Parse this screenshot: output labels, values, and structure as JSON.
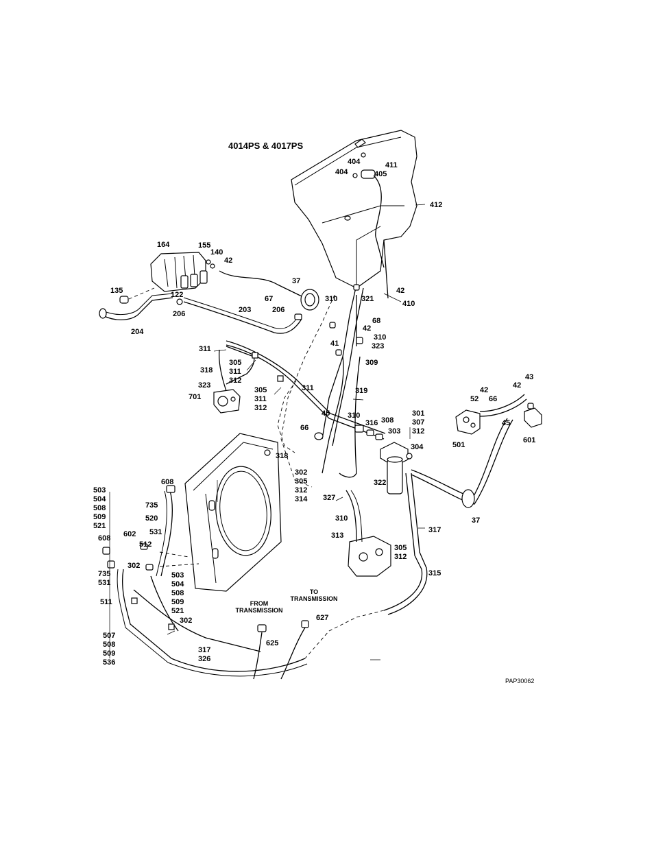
{
  "title": "4014PS & 4017PS",
  "drawing_ref": "PAP30062",
  "notes": {
    "from_transmission": [
      "FROM",
      "TRANSMISSION"
    ],
    "to_transmission": [
      "TO",
      "TRANSMISSION"
    ]
  },
  "labels": {
    "l404a": "404",
    "l404b": "404",
    "l411": "411",
    "l405": "405",
    "l412": "412",
    "l164": "164",
    "l155": "155",
    "l140": "140",
    "l42a": "42",
    "l135": "135",
    "l122": "122",
    "l206a": "206",
    "l204": "204",
    "l203": "203",
    "l37a": "37",
    "l67": "67",
    "l206b": "206",
    "l310a": "310",
    "l321": "321",
    "l42b": "42",
    "l410": "410",
    "l68": "68",
    "l42c": "42",
    "l310b": "310",
    "l41": "41",
    "l323a": "323",
    "l309": "309",
    "l311a": "311",
    "l318a": "318",
    "l323b": "323",
    "l701": "701",
    "l311b": "311",
    "l319": "319",
    "l45a": "45",
    "l66a": "66",
    "l310c": "310",
    "l316": "316",
    "l308": "308",
    "l303": "303",
    "l318b": "318",
    "l304": "304",
    "l322": "322",
    "l327": "327",
    "l310d": "310",
    "l313": "313",
    "l317a": "317",
    "l315": "315",
    "l42d": "42",
    "l52": "52",
    "l66b": "66",
    "l42e": "42",
    "l43": "43",
    "l45b": "45",
    "l501": "501",
    "l601": "601",
    "l37b": "37",
    "l608a": "608",
    "l735a": "735",
    "l520": "520",
    "l531a": "531",
    "l608b": "608",
    "l602": "602",
    "l512": "512",
    "l302a": "302",
    "l511": "511",
    "l302b": "302",
    "l625": "625",
    "l627": "627"
  },
  "stacks": {
    "s305_311_312a": [
      "305",
      "311",
      "312"
    ],
    "s305_311_312b": [
      "305",
      "311",
      "312"
    ],
    "s301_307_312": [
      "301",
      "307",
      "312"
    ],
    "s302_305_312_314": [
      "302",
      "305",
      "312",
      "314"
    ],
    "s305_312": [
      "305",
      "312"
    ],
    "s503_504_508_509_521a": [
      "503",
      "504",
      "508",
      "509",
      "521"
    ],
    "s503_504_508_509_521b": [
      "503",
      "504",
      "508",
      "509",
      "521"
    ],
    "s735_531": [
      "735",
      "531"
    ],
    "s507_508_509_536": [
      "507",
      "508",
      "509",
      "536"
    ],
    "s317_326": [
      "317",
      "326"
    ]
  }
}
